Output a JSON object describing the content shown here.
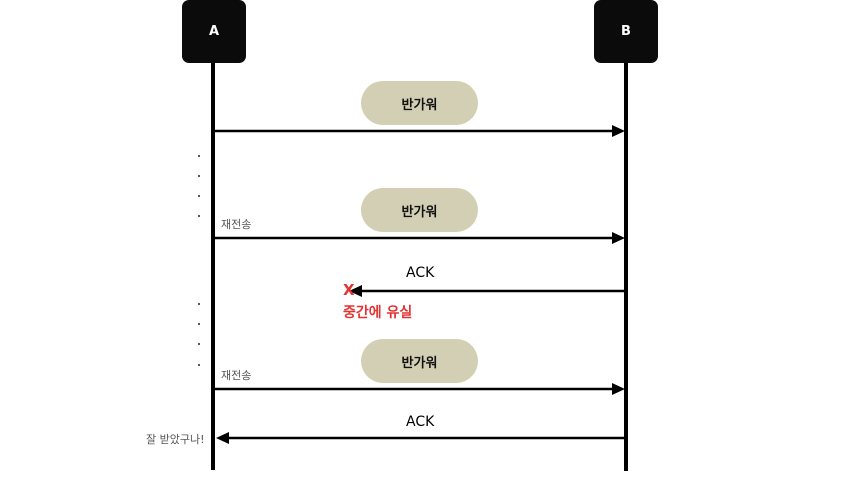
{
  "participants": {
    "a": "A",
    "b": "B"
  },
  "messages": {
    "m1": "반가워",
    "m2": "반가워",
    "m3": "반가워",
    "ack1": "ACK",
    "ack2": "ACK"
  },
  "labels": {
    "retransmit1": "재전송",
    "retransmit2": "재전송",
    "lost_mark": "X",
    "lost_text": "중간에 유실",
    "received": "잘 받았구나!"
  },
  "colors": {
    "lost": "#e23232",
    "pill": "#d3cfb4",
    "node": "#0b0b0b"
  }
}
